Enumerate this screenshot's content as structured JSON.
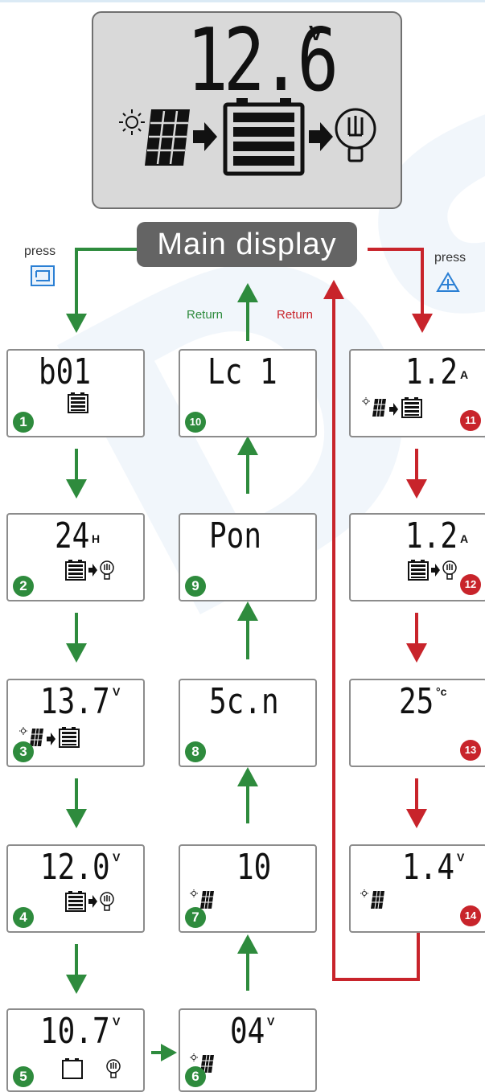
{
  "main_display": {
    "value": "12.6",
    "unit": "V",
    "label": "Main display"
  },
  "controls": {
    "left_press": "press",
    "right_press": "press",
    "left_key_icon": "cycle-key-icon",
    "right_key_icon": "plus-key-icon"
  },
  "flow_labels": {
    "return_green": "Return",
    "return_red": "Return"
  },
  "colors": {
    "green": "#2e8b3d",
    "red": "#c8242b",
    "lcd_bg": "#d9d9d9",
    "label_bg": "#646464"
  },
  "screens": [
    {
      "num": "1",
      "value": "b01",
      "unit": "",
      "icons": "battery"
    },
    {
      "num": "2",
      "value": "24",
      "unit": "H",
      "icons": "battery-to-bulb"
    },
    {
      "num": "3",
      "value": "13.7",
      "unit": "V",
      "icons": "solar-to-battery"
    },
    {
      "num": "4",
      "value": "12.0",
      "unit": "V",
      "icons": "battery-to-bulb"
    },
    {
      "num": "5",
      "value": "10.7",
      "unit": "V",
      "icons": "empty-battery-bulb"
    },
    {
      "num": "6",
      "value": "04",
      "unit": "V",
      "icons": "solar"
    },
    {
      "num": "7",
      "value": "10",
      "unit": "",
      "icons": "solar"
    },
    {
      "num": "8",
      "value": "5c.n",
      "unit": "",
      "icons": ""
    },
    {
      "num": "9",
      "value": "Pon",
      "unit": "",
      "icons": ""
    },
    {
      "num": "10",
      "value": "Lc 1",
      "unit": "",
      "icons": ""
    },
    {
      "num": "11",
      "value": "1.2",
      "unit": "A",
      "icons": "solar-to-battery"
    },
    {
      "num": "12",
      "value": "1.2",
      "unit": "A",
      "icons": "battery-to-bulb"
    },
    {
      "num": "13",
      "value": "25",
      "unit": "°c",
      "icons": ""
    },
    {
      "num": "14",
      "value": "1.4",
      "unit": "V",
      "icons": "solar"
    }
  ]
}
